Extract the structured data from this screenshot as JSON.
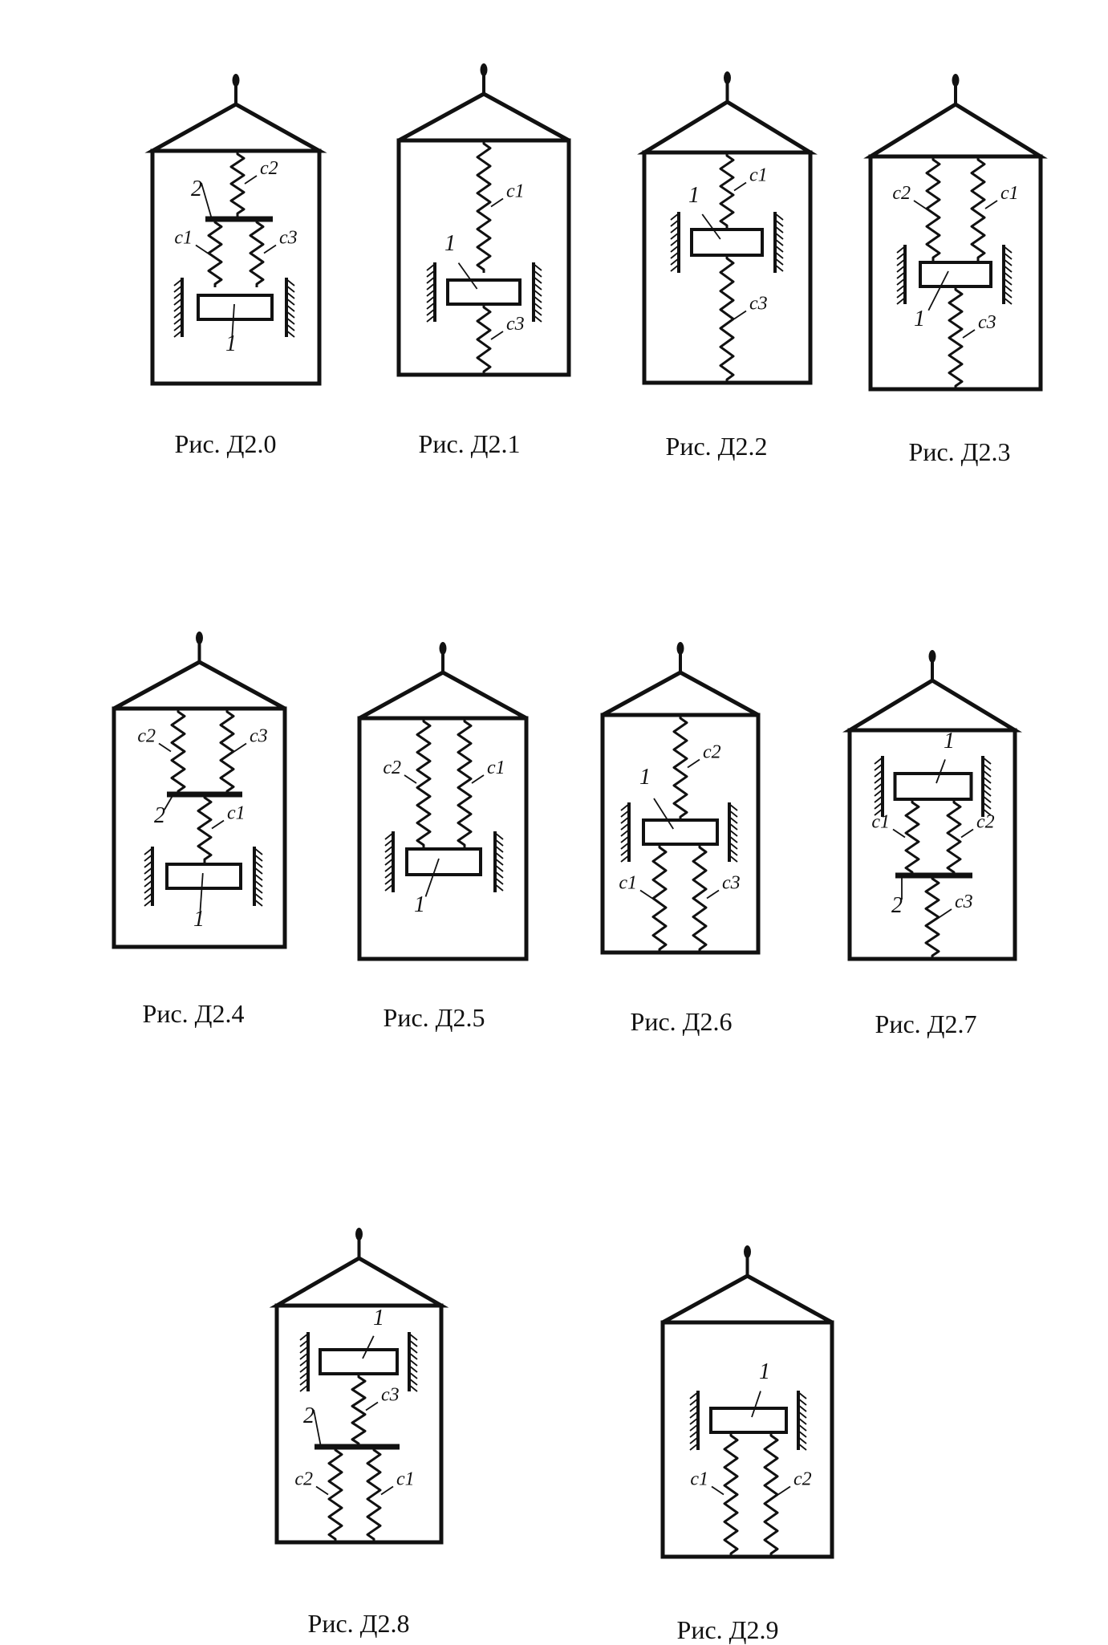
{
  "captions": {
    "f0": "Рис. Д2.0",
    "f1": "Рис. Д2.1",
    "f2": "Рис. Д2.2",
    "f3": "Рис. Д2.3",
    "f4": "Рис. Д2.4",
    "f5": "Рис. Д2.5",
    "f6": "Рис. Д2.6",
    "f7": "Рис. Д2.7",
    "f8": "Рис. Д2.8",
    "f9": "Рис. Д2.9"
  },
  "labels": {
    "c1": "c1",
    "c2": "c2",
    "c3": "c3",
    "load": "1",
    "plate": "2"
  }
}
